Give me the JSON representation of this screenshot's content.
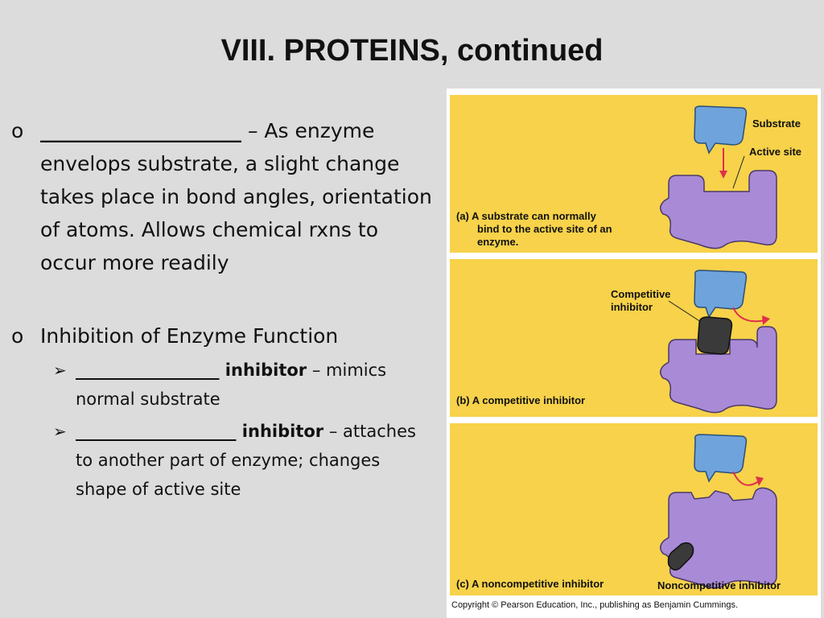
{
  "slide": {
    "title": "VIII.  PROTEINS, continued"
  },
  "bullets": {
    "item1": {
      "marker": "o",
      "blank": "____________________",
      "text_after_blank": " – As enzyme envelops substrate, a slight change takes place  in bond angles, orientation of atoms. Allows chemical rxns to occur more readily"
    },
    "item2": {
      "marker": "o",
      "text": "Inhibition of Enzyme Function"
    },
    "sub1": {
      "marker": "➢",
      "blank": "_________________",
      "bold": " inhibitor",
      "text": " – mimics normal substrate"
    },
    "sub2": {
      "marker": "➢",
      "blank": "___________________",
      "bold": " inhibitor",
      "text": " – attaches to another part of enzyme; changes shape of active site"
    }
  },
  "figure": {
    "panel_a": {
      "caption_line1": "(a) A substrate can normally",
      "caption_line2": "bind to the active site of an",
      "caption_line3": "enzyme.",
      "label_substrate": "Substrate",
      "label_active_site": "Active site"
    },
    "panel_b": {
      "caption": "(b) A competitive inhibitor",
      "label_line1": "Competitive",
      "label_line2": "inhibitor"
    },
    "panel_c": {
      "caption": "(c) A noncompetitive inhibitor",
      "label": "Noncompetitive inhibitor"
    },
    "copyright": "Copyright © Pearson Education, Inc., publishing as Benjamin Cummings.",
    "colors": {
      "panel": "#f7d24a",
      "enzyme": "#a98ad6",
      "substrate": "#6fa3dc",
      "inhibitor": "#3a3a3a",
      "arrow": "#e0304a"
    }
  }
}
